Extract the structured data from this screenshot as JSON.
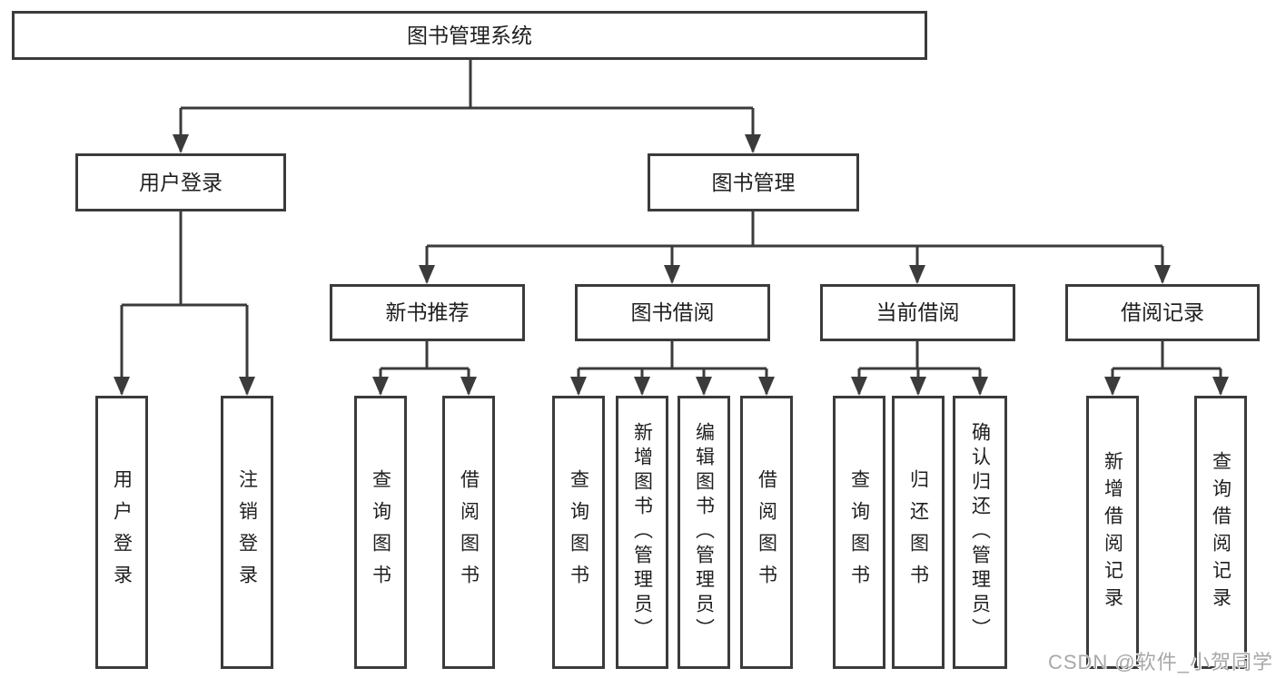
{
  "diagram_title": "图书管理系统",
  "nodes": {
    "root": {
      "label": "图书管理系统"
    },
    "user-login": {
      "label": "用户登录"
    },
    "book-mgmt": {
      "label": "图书管理"
    },
    "new-book-rec": {
      "label": "新书推荐"
    },
    "book-borrow": {
      "label": "图书借阅"
    },
    "current-borrow": {
      "label": "当前借阅"
    },
    "borrow-record": {
      "label": "借阅记录"
    },
    "leaf-user-login": {
      "label": "用户登录"
    },
    "leaf-logout": {
      "label": "注销登录"
    },
    "leaf-query-book-a": {
      "label": "查询图书"
    },
    "leaf-borrow-book-a": {
      "label": "借阅图书"
    },
    "leaf-query-book-b": {
      "label": "查询图书"
    },
    "leaf-add-book": {
      "label": "新增图书（管理员）"
    },
    "leaf-edit-book": {
      "label": "编辑图书（管理员）"
    },
    "leaf-borrow-book-b": {
      "label": "借阅图书"
    },
    "leaf-query-book-c": {
      "label": "查询图书"
    },
    "leaf-return-book": {
      "label": "归还图书"
    },
    "leaf-confirm-return": {
      "label": "确认归还（管理员）"
    },
    "leaf-add-record": {
      "label": "新增借阅记录"
    },
    "leaf-query-record": {
      "label": "查询借阅记录"
    }
  },
  "structure": [
    {
      "parent": "root",
      "children": [
        "user-login",
        "book-mgmt"
      ]
    },
    {
      "parent": "user-login",
      "children": [
        "leaf-user-login",
        "leaf-logout"
      ]
    },
    {
      "parent": "book-mgmt",
      "children": [
        "new-book-rec",
        "book-borrow",
        "current-borrow",
        "borrow-record"
      ]
    },
    {
      "parent": "new-book-rec",
      "children": [
        "leaf-query-book-a",
        "leaf-borrow-book-a"
      ]
    },
    {
      "parent": "book-borrow",
      "children": [
        "leaf-query-book-b",
        "leaf-add-book",
        "leaf-edit-book",
        "leaf-borrow-book-b"
      ]
    },
    {
      "parent": "current-borrow",
      "children": [
        "leaf-query-book-c",
        "leaf-return-book",
        "leaf-confirm-return"
      ]
    },
    {
      "parent": "borrow-record",
      "children": [
        "leaf-add-record",
        "leaf-query-record"
      ]
    }
  ],
  "watermark": {
    "text": "CSDN @软件_小贺同学"
  },
  "colors": {
    "line": "#3b3b3b",
    "text": "#1f1f1f",
    "watermark": "#a8a8a8",
    "background": "#ffffff"
  }
}
